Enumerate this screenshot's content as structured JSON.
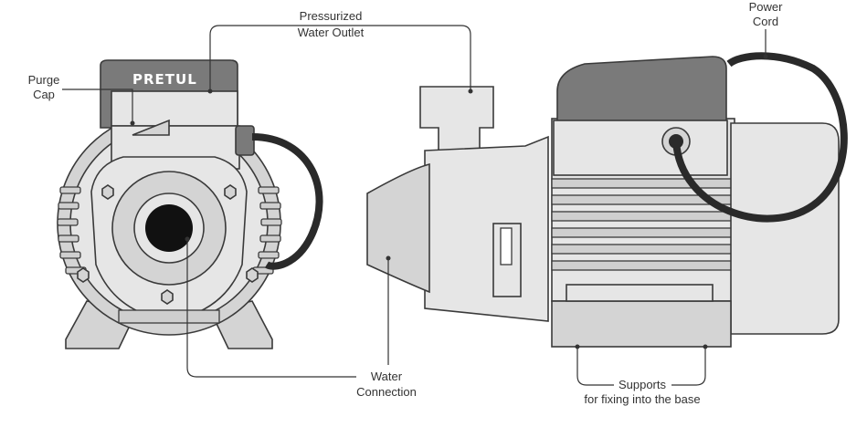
{
  "brand": "PRETUL",
  "labels": {
    "pressurized_outlet_line1": "Pressurized",
    "pressurized_outlet_line2": "Water Outlet",
    "purge_cap_line1": "Purge",
    "purge_cap_line2": "Cap",
    "power_cord_line1": "Power",
    "power_cord_line2": "Cord",
    "water_connection_line1": "Water",
    "water_connection_line2": "Connection",
    "supports_line1": "Supports",
    "supports_line2": "for fixing into the base"
  },
  "colors": {
    "line": "#333333",
    "body": "#e6e6e6",
    "housing_dark": "#7a7a7a",
    "background": "#ffffff"
  }
}
